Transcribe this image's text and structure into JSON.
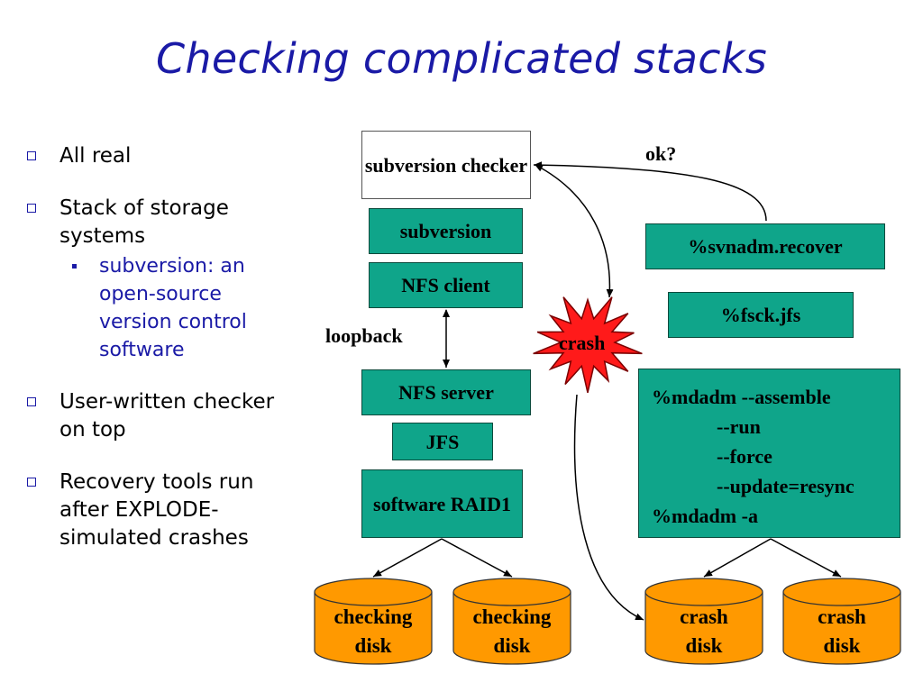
{
  "title": "Checking complicated stacks",
  "bullets": [
    {
      "text": "All real"
    },
    {
      "text": "Stack of storage systems",
      "sub": "subversion: an open-source version control software"
    },
    {
      "text": "User-written checker on top"
    },
    {
      "text": "Recovery tools run after EXPLODE-simulated crashes"
    }
  ],
  "stack": {
    "checker": "subversion checker",
    "subversion": "subversion",
    "nfs_client": "NFS client",
    "loopback": "loopback",
    "nfs_server": "NFS server",
    "jfs": "JFS",
    "raid": "software RAID1"
  },
  "crash_label": "crash",
  "ok_label": "ok?",
  "recovery": {
    "svnadm": "%svnadm.recover",
    "fsck": "%fsck.jfs",
    "mdadm_lines": [
      "%mdadm --assemble",
      "--run",
      "--force",
      "--update=resync",
      "%mdadm -a"
    ]
  },
  "disks": {
    "checking_1": [
      "checking",
      "disk"
    ],
    "checking_2": [
      "checking",
      "disk"
    ],
    "crash_1": [
      "crash",
      "disk"
    ],
    "crash_2": [
      "crash",
      "disk"
    ]
  },
  "colors": {
    "title": "#1a1aa6",
    "box_fill": "#0fa58a",
    "disk_fill": "#ff9900",
    "crash_fill": "#ff1a1a"
  }
}
